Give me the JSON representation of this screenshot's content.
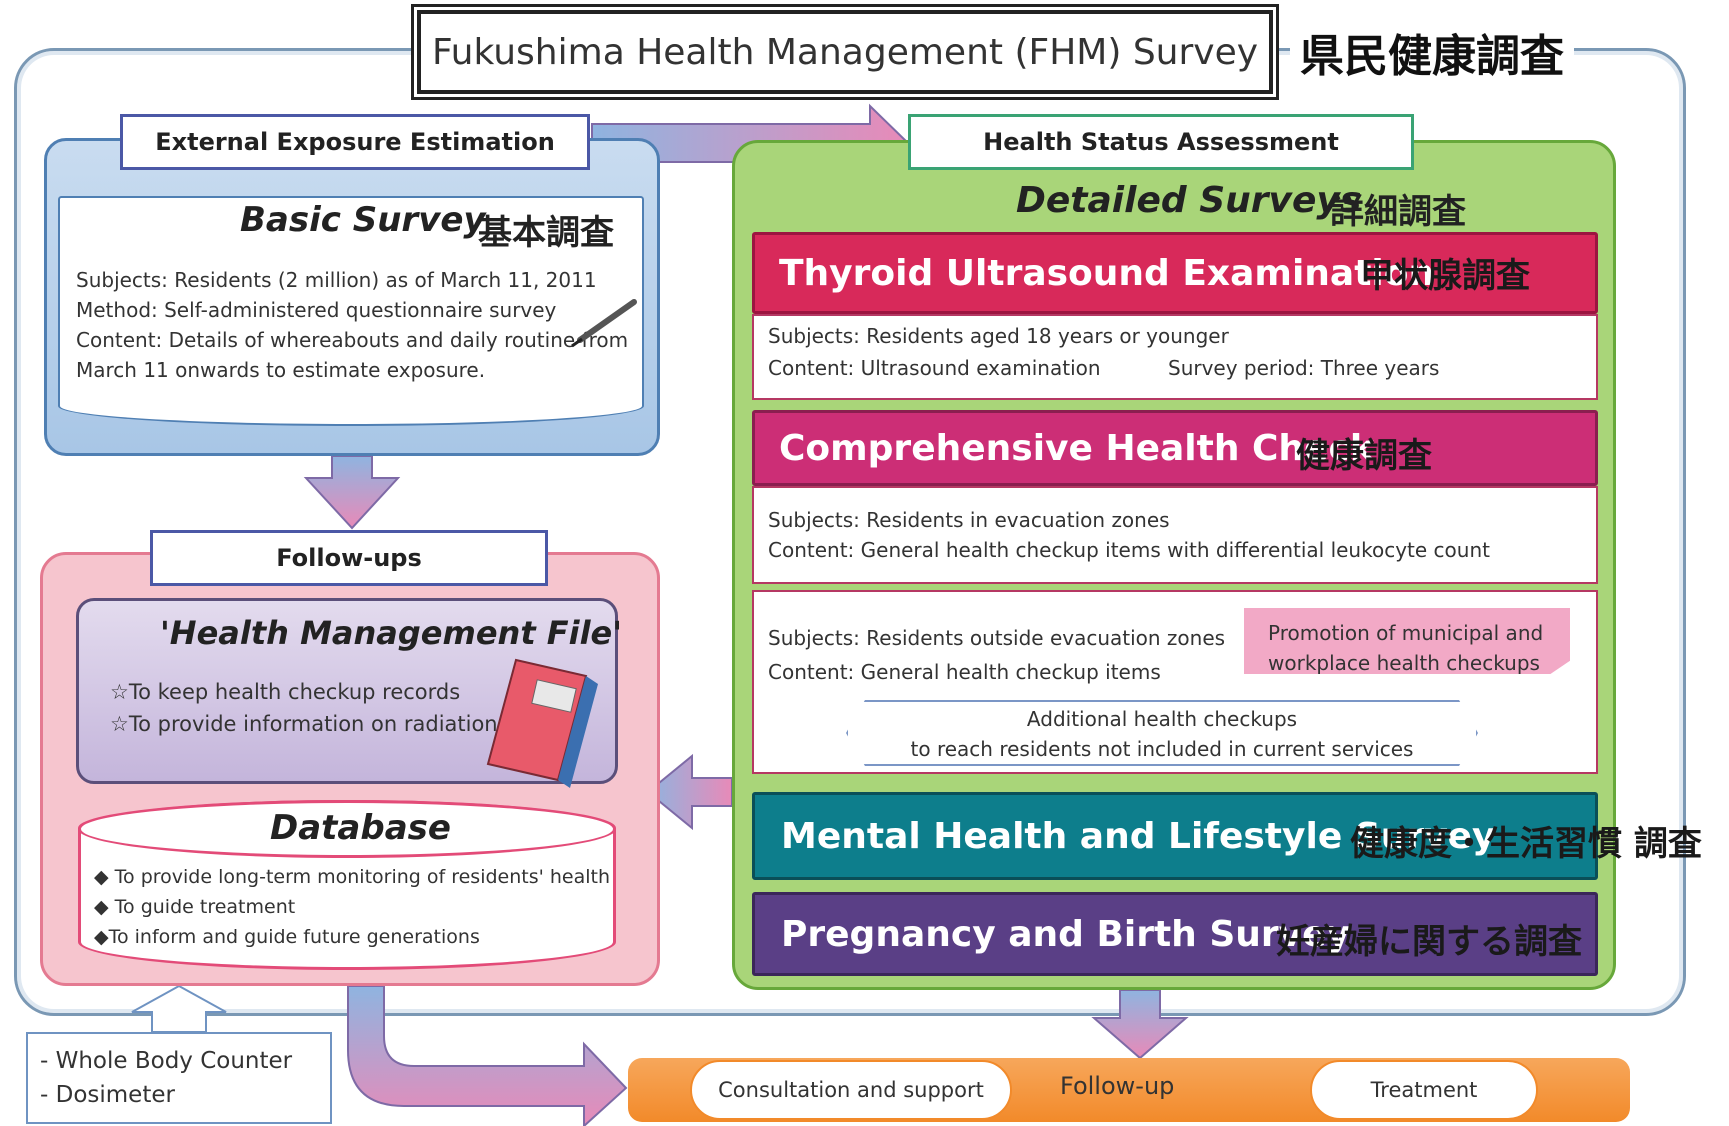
{
  "title": {
    "en": "Fukushima Health Management (FHM) Survey",
    "jp": "県民健康調査"
  },
  "external": {
    "label": "External Exposure Estimation",
    "basic_title": "Basic Survey",
    "basic_jp": "基本調査",
    "lines": [
      "Subjects:  Residents (2 million) as of March 11, 2011",
      "Method: Self-administered questionnaire survey",
      "Content: Details of whereabouts and daily routine from",
      "March 11 onwards to estimate exposure."
    ]
  },
  "followups": {
    "label": "Follow-ups",
    "hmf_title": "'Health Management File'",
    "hmf_lines": [
      "☆To keep health checkup records",
      "☆To provide information on radiation"
    ],
    "db_title": "Database",
    "db_lines": [
      "◆ To provide long-term monitoring of residents' health",
      "◆ To guide treatment",
      "◆To inform and guide future generations"
    ]
  },
  "wbc": {
    "lines": [
      "- Whole Body Counter",
      "- Dosimeter"
    ]
  },
  "health": {
    "label": "Health Status Assessment",
    "detailed_title": "Detailed Surveys",
    "detailed_jp": "詳細調査",
    "thyroid": {
      "title": "Thyroid Ultrasound Examination",
      "jp": "甲状腺調査",
      "line1": "Subjects: Residents aged 18 years or younger",
      "line2a": "Content: Ultrasound examination",
      "line2b": "Survey period: Three years"
    },
    "comprehensive": {
      "title": "Comprehensive Health Check",
      "jp": "健康調査",
      "in_line1": "Subjects: Residents in evacuation zones",
      "in_line2": "Content: General health checkup items with differential leukocyte count",
      "out_line1": "Subjects: Residents  outside evacuation zones",
      "out_line2": "Content: General health checkup items",
      "promo_line1": "Promotion of municipal and",
      "promo_line2": "workplace health checkups",
      "add_line1": "Additional health checkups",
      "add_line2": "to reach residents not included in current services"
    },
    "mental": {
      "title": "Mental Health and Lifestyle Survey",
      "jp": "健康度・生活習慣  調査"
    },
    "pregnancy": {
      "title": "Pregnancy and Birth Survey",
      "jp": "妊産婦に関する調査"
    }
  },
  "bottom": {
    "consultation": "Consultation and support",
    "followup": "Follow-up",
    "treatment": "Treatment"
  }
}
